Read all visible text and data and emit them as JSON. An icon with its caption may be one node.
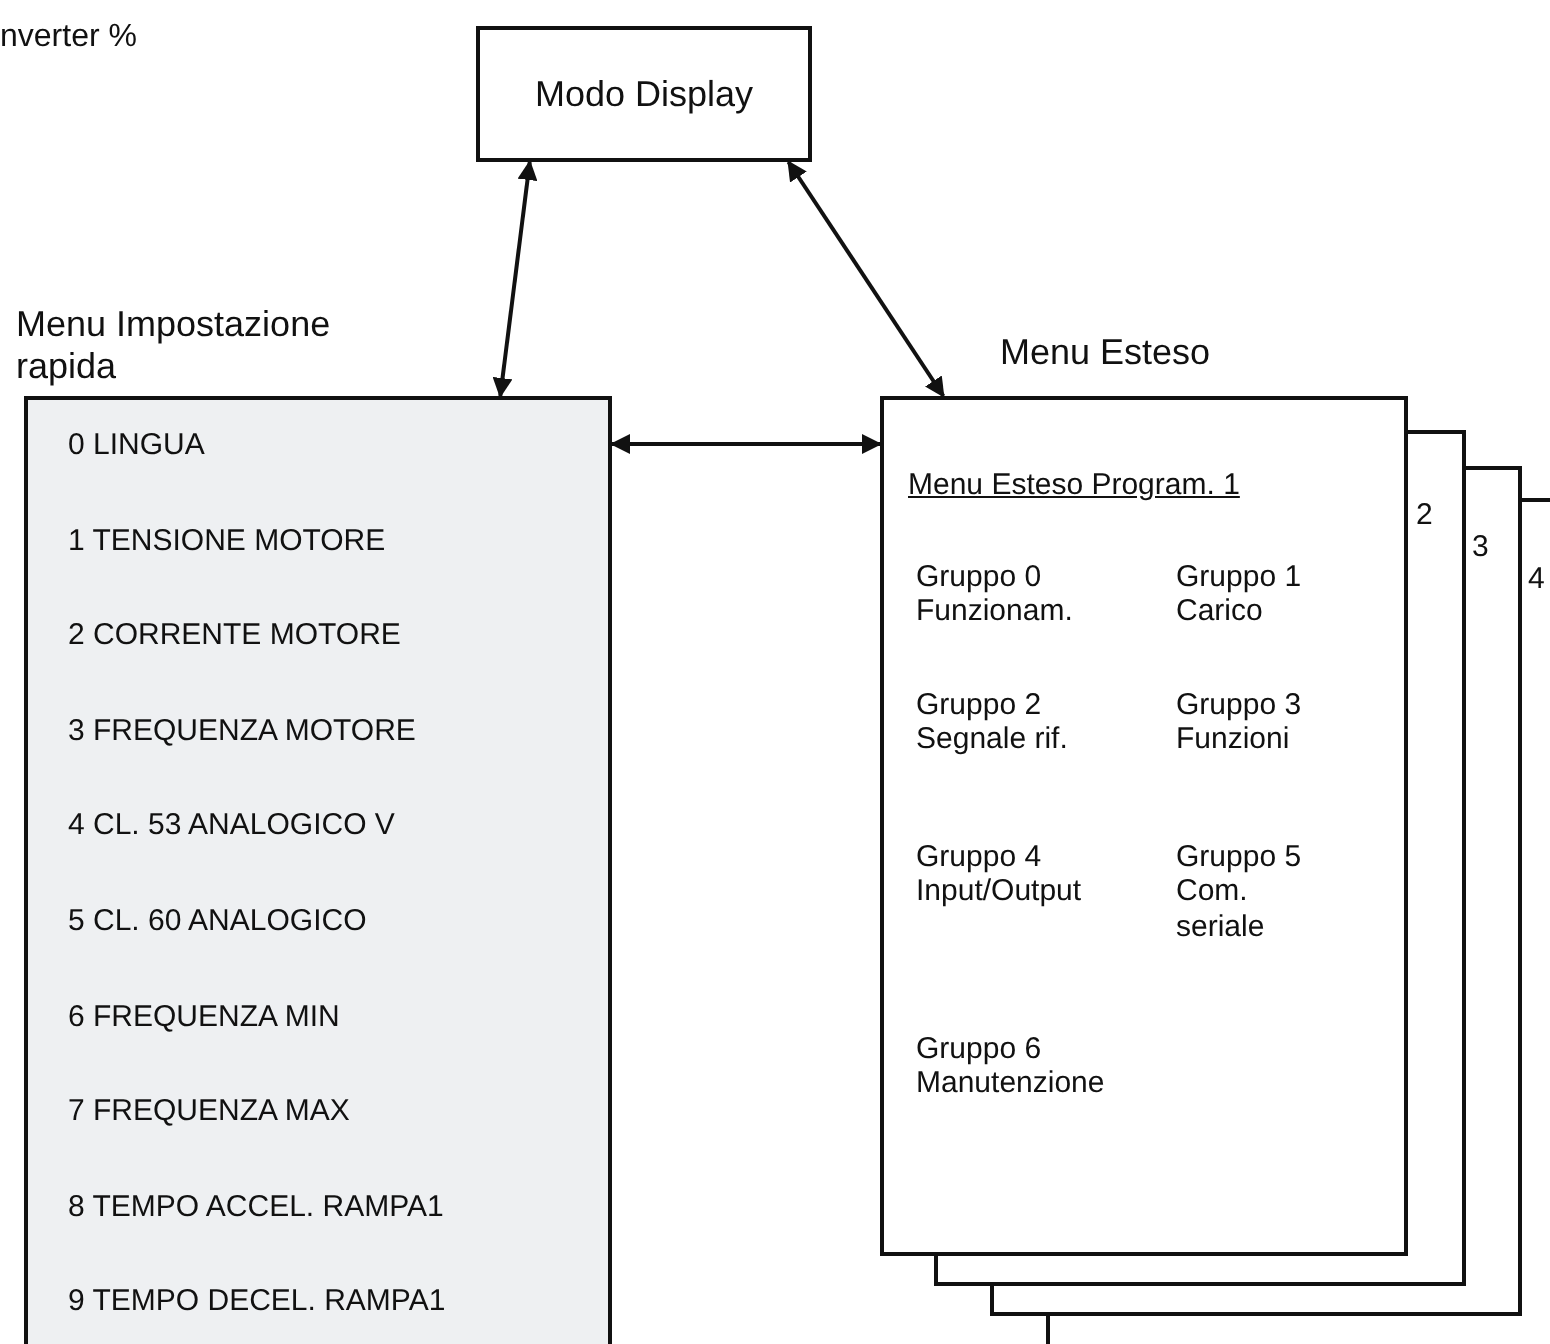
{
  "diagram": {
    "nodes": [
      {
        "text": [
          "Modo Display"
        ]
      },
      {
        "text": [
          "Menu Impostazione rapida",
          "0 LINGUA",
          "1 TENSIONE MOTORE",
          "2 CORRENTE MOTORE",
          "3 FREQUENZA MOTORE",
          "4 CL. 53 ANALOGICO V",
          "5 CL. 60 ANALOGICO",
          "6 FREQUENZA MIN",
          "7 FREQUENZA MAX",
          "8 TEMPO ACCEL. RAMPA1",
          "9 TEMPO DECEL. RAMPA1"
        ]
      },
      {
        "text": [
          "Menu Esteso",
          "Menu Esteso Program. 1",
          "Gruppo 0 Funzionam.",
          "Gruppo 1 Carico",
          "Gruppo 2 Segnale rif.",
          "Gruppo 3 Funzioni",
          "Gruppo 4 Input/Output",
          "Gruppo 5 Com. seriale",
          "Gruppo 6 Manutenzione"
        ]
      },
      {
        "text": [
          "2"
        ]
      },
      {
        "text": [
          "3"
        ]
      },
      {
        "text": [
          "4"
        ]
      }
    ],
    "edges": [
      {
        "from": 0,
        "to": 1,
        "arrow": "both"
      },
      {
        "from": 0,
        "to": 2,
        "arrow": "both"
      },
      {
        "from": 1,
        "to": 2,
        "arrow": "both"
      }
    ],
    "labels": [
      "nverter %"
    ]
  }
}
